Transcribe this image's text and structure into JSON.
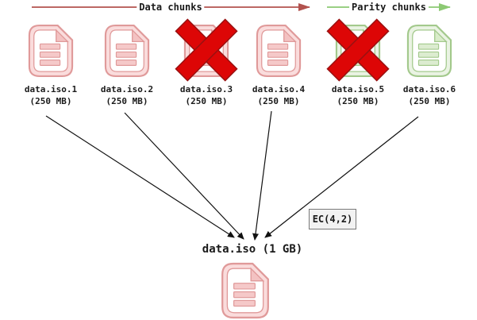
{
  "header": {
    "data_label": "Data chunks",
    "parity_label": "Parity chunks"
  },
  "chunks": [
    {
      "name": "data.iso.1",
      "size": "(250 MB)",
      "type": "data",
      "failed": false
    },
    {
      "name": "data.iso.2",
      "size": "(250 MB)",
      "type": "data",
      "failed": false
    },
    {
      "name": "data.iso.3",
      "size": "(250 MB)",
      "type": "data",
      "failed": true
    },
    {
      "name": "data.iso.4",
      "size": "(250 MB)",
      "type": "data",
      "failed": false
    },
    {
      "name": "data.iso.5",
      "size": "(250 MB)",
      "type": "parity",
      "failed": true
    },
    {
      "name": "data.iso.6",
      "size": "(250 MB)",
      "type": "parity",
      "failed": false
    }
  ],
  "ec_badge": "EC(4,2)",
  "result": {
    "label": "data.iso (1 GB)"
  },
  "colors": {
    "data_arrow": "#b2524e",
    "parity_arrow": "#8cc973",
    "failed_x": "#dd0606",
    "failed_x_edge": "#991111",
    "pink_border": "#e09a9a",
    "pink_fill": "#fadcdc",
    "green_border": "#a3c98c",
    "green_fill": "#eaf3e3"
  }
}
